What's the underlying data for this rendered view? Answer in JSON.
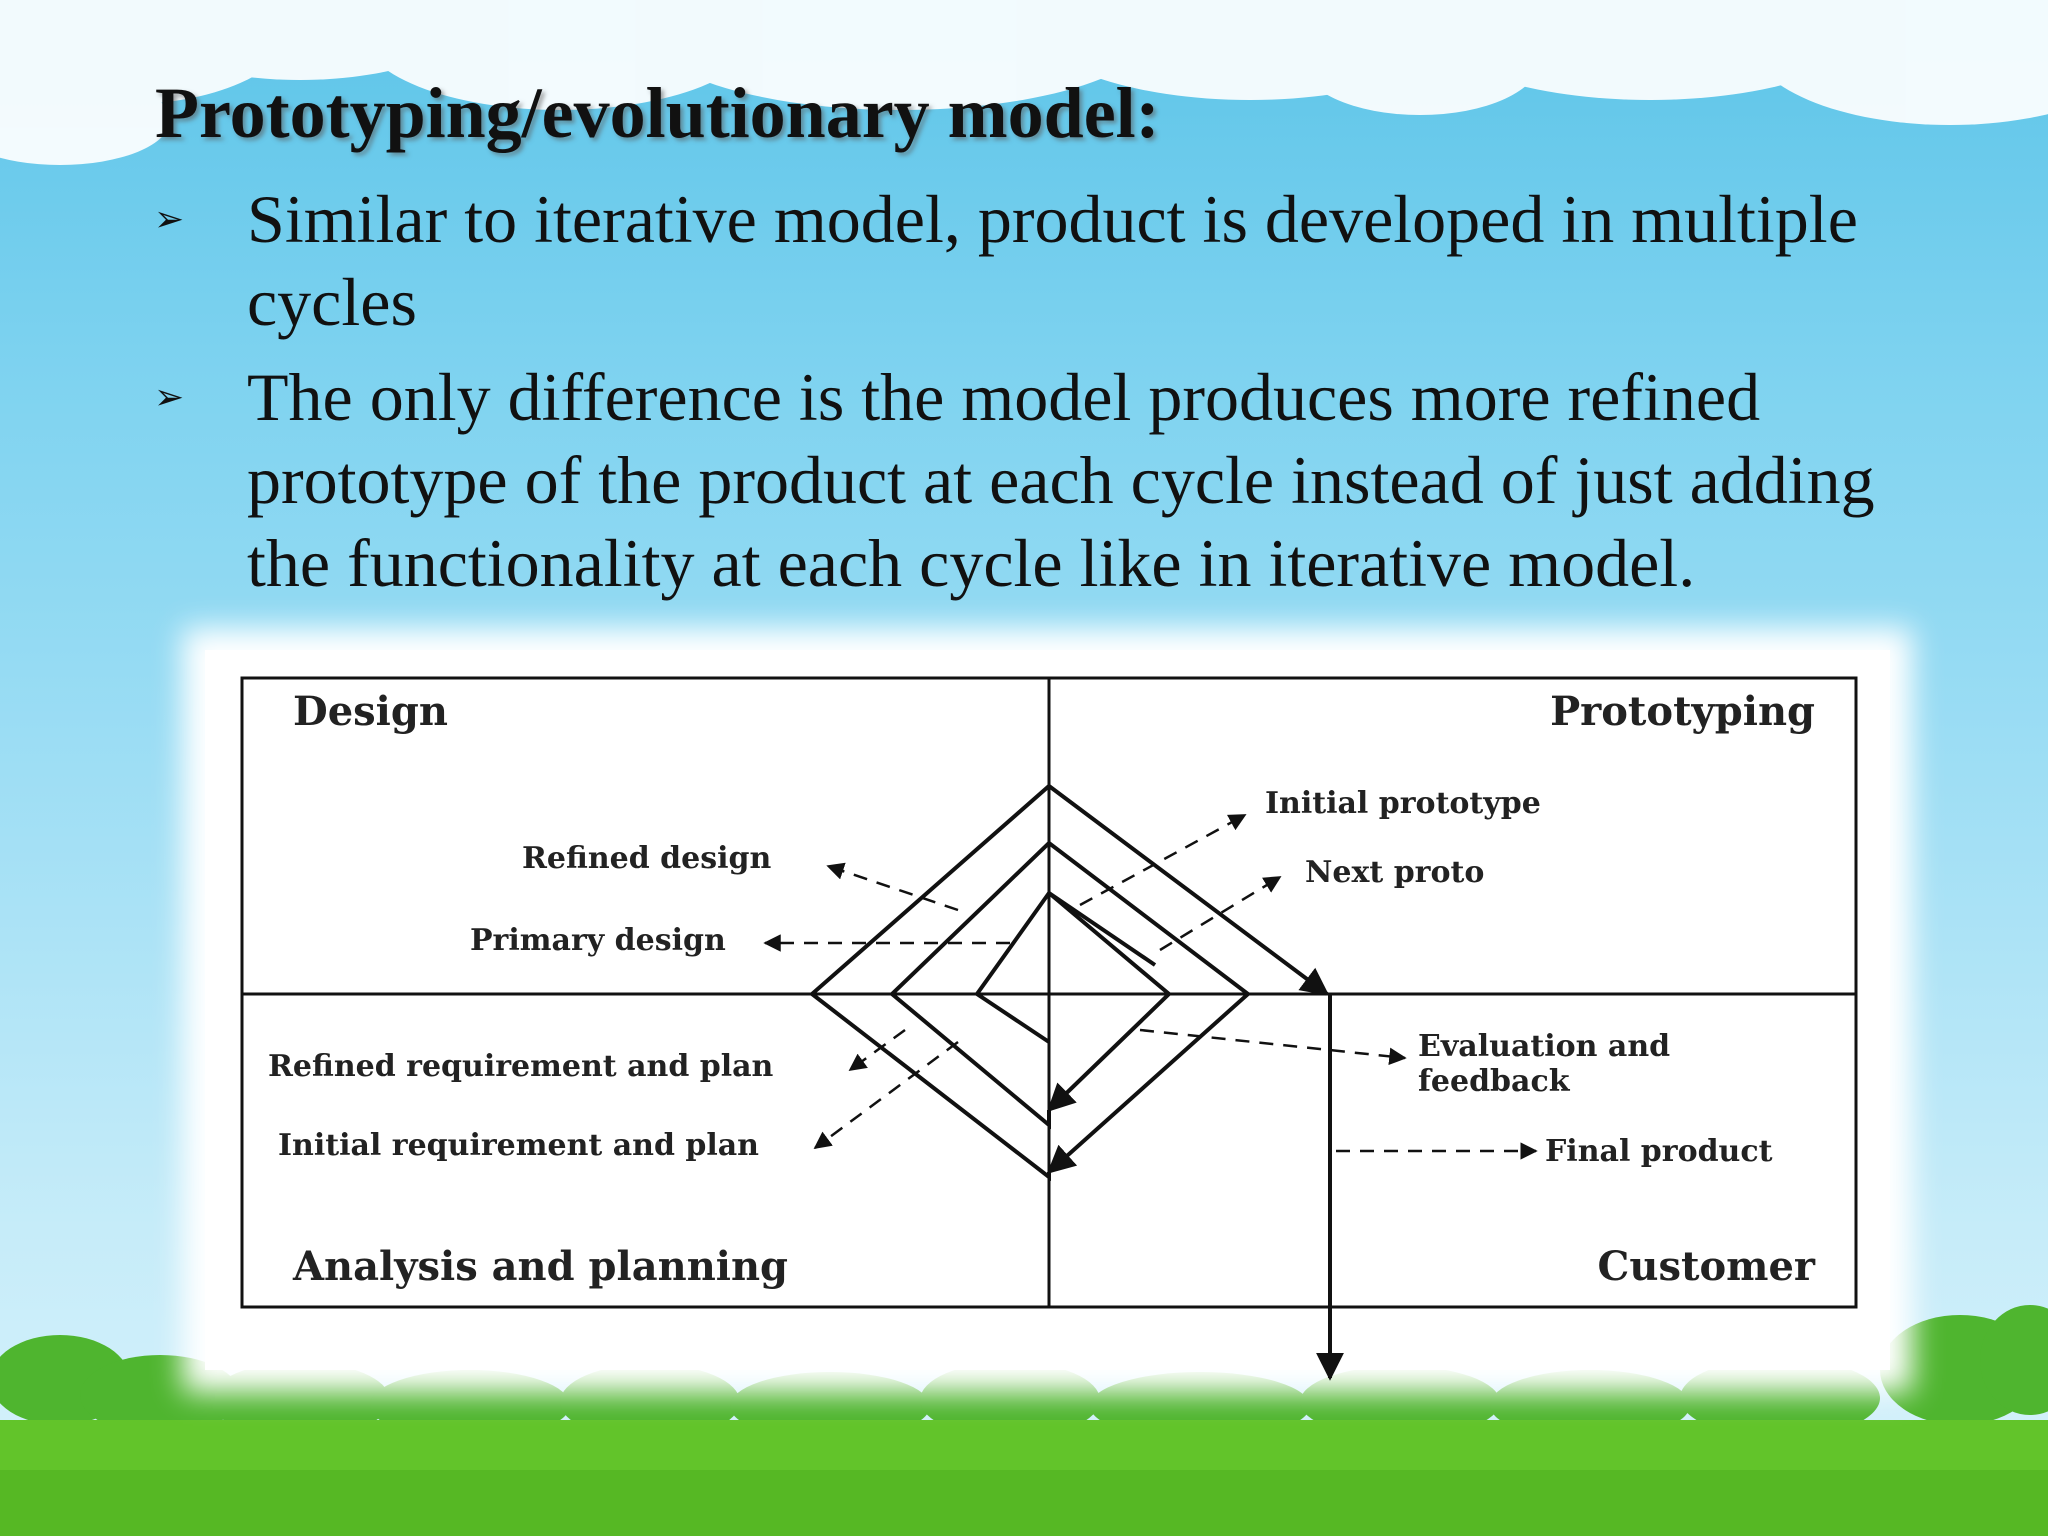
{
  "slide": {
    "title": "Prototyping/evolutionary model:",
    "bullets": [
      {
        "icon": "arrow-bullet-icon",
        "line1": "Similar to iterative model, product is developed in multiple",
        "line2": "cycles"
      },
      {
        "icon": "arrow-bullet-icon",
        "line1": "The only difference is the model produces more refined",
        "line2": "prototype of the product at each cycle instead of just adding",
        "line3": "the functionality at each cycle like in iterative model."
      }
    ]
  },
  "diagram": {
    "quadrants": {
      "design": "Design",
      "prototyping": "Prototyping",
      "analysis": "Analysis and planning",
      "customer": "Customer"
    },
    "labels": {
      "refined_design": "Refined design",
      "primary_design": "Primary design",
      "initial_prototype": "Initial prototype",
      "next_proto": "Next proto",
      "refined_requirement": "Refined requirement and plan",
      "initial_requirement": "Initial requirement and plan",
      "evaluation_line1": "Evaluation and",
      "evaluation_line2": "feedback",
      "final_product": "Final product"
    }
  }
}
